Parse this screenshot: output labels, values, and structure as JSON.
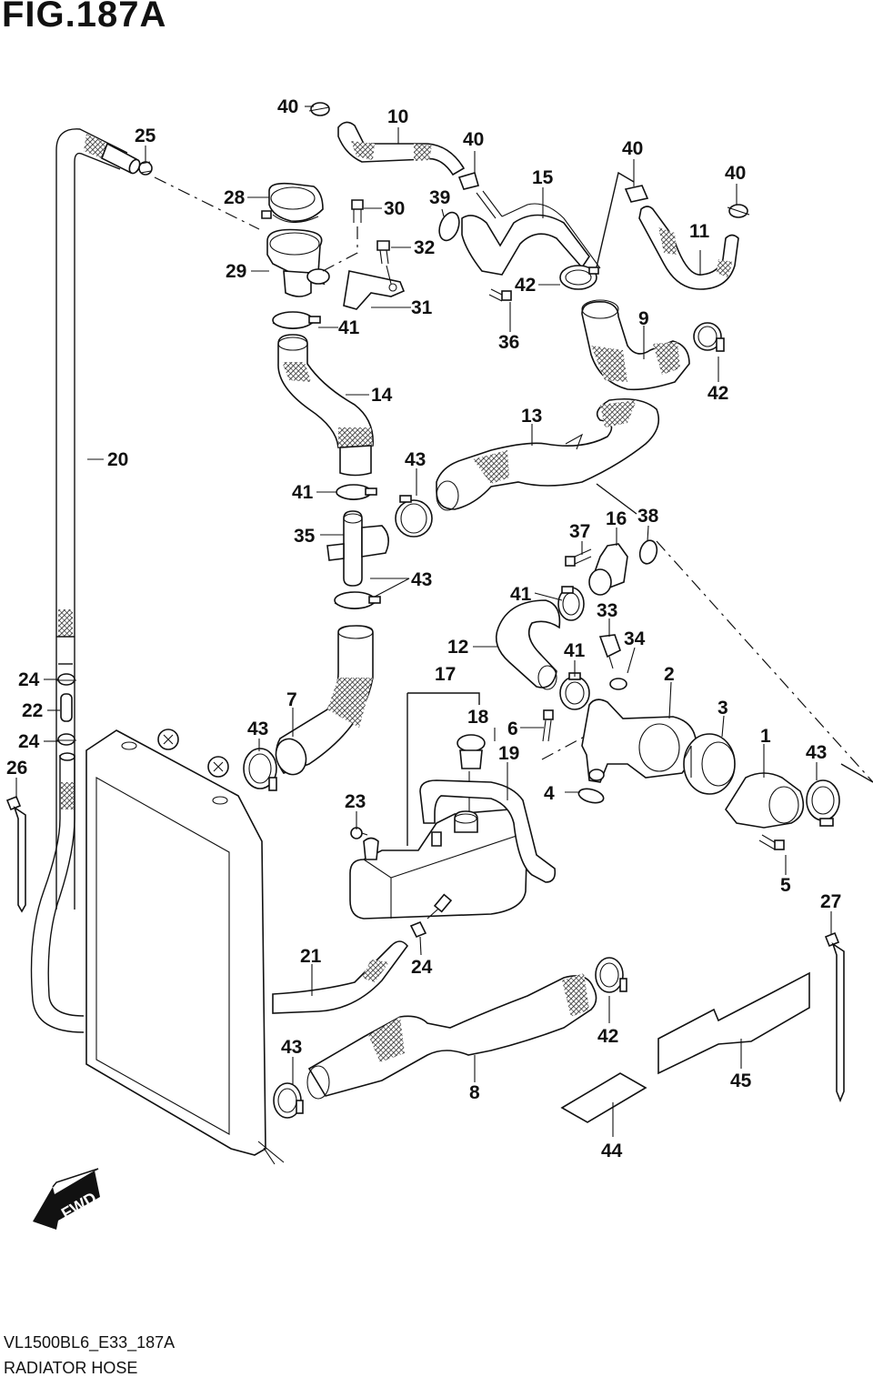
{
  "figure": {
    "title": "FIG.187A",
    "code": "VL1500BL6_E33_187A",
    "name": "RADIATOR HOSE",
    "direction_label": "FWD"
  },
  "callouts": [
    {
      "id": "c1",
      "label": "1"
    },
    {
      "id": "c2",
      "label": "2"
    },
    {
      "id": "c3",
      "label": "3"
    },
    {
      "id": "c4",
      "label": "4"
    },
    {
      "id": "c5",
      "label": "5"
    },
    {
      "id": "c6",
      "label": "6"
    },
    {
      "id": "c7",
      "label": "7"
    },
    {
      "id": "c8",
      "label": "8"
    },
    {
      "id": "c9",
      "label": "9"
    },
    {
      "id": "c10",
      "label": "10"
    },
    {
      "id": "c11",
      "label": "11"
    },
    {
      "id": "c12",
      "label": "12"
    },
    {
      "id": "c13",
      "label": "13"
    },
    {
      "id": "c14",
      "label": "14"
    },
    {
      "id": "c15",
      "label": "15"
    },
    {
      "id": "c16",
      "label": "16"
    },
    {
      "id": "c17",
      "label": "17"
    },
    {
      "id": "c18",
      "label": "18"
    },
    {
      "id": "c19",
      "label": "19"
    },
    {
      "id": "c20",
      "label": "20"
    },
    {
      "id": "c21",
      "label": "21"
    },
    {
      "id": "c22",
      "label": "22"
    },
    {
      "id": "c23",
      "label": "23"
    },
    {
      "id": "c24a",
      "label": "24"
    },
    {
      "id": "c24b",
      "label": "24"
    },
    {
      "id": "c24c",
      "label": "24"
    },
    {
      "id": "c25",
      "label": "25"
    },
    {
      "id": "c26",
      "label": "26"
    },
    {
      "id": "c27",
      "label": "27"
    },
    {
      "id": "c28",
      "label": "28"
    },
    {
      "id": "c29",
      "label": "29"
    },
    {
      "id": "c30",
      "label": "30"
    },
    {
      "id": "c31",
      "label": "31"
    },
    {
      "id": "c32",
      "label": "32"
    },
    {
      "id": "c33",
      "label": "33"
    },
    {
      "id": "c34",
      "label": "34"
    },
    {
      "id": "c35",
      "label": "35"
    },
    {
      "id": "c36",
      "label": "36"
    },
    {
      "id": "c37",
      "label": "37"
    },
    {
      "id": "c38",
      "label": "38"
    },
    {
      "id": "c39",
      "label": "39"
    },
    {
      "id": "c40a",
      "label": "40"
    },
    {
      "id": "c40b",
      "label": "40"
    },
    {
      "id": "c40c",
      "label": "40"
    },
    {
      "id": "c40d",
      "label": "40"
    },
    {
      "id": "c41a",
      "label": "41"
    },
    {
      "id": "c41b",
      "label": "41"
    },
    {
      "id": "c41c",
      "label": "41"
    },
    {
      "id": "c41d",
      "label": "41"
    },
    {
      "id": "c42a",
      "label": "42"
    },
    {
      "id": "c42b",
      "label": "42"
    },
    {
      "id": "c42c",
      "label": "42"
    },
    {
      "id": "c43a",
      "label": "43"
    },
    {
      "id": "c43b",
      "label": "43"
    },
    {
      "id": "c43c",
      "label": "43"
    },
    {
      "id": "c43d",
      "label": "43"
    },
    {
      "id": "c43e",
      "label": "43"
    },
    {
      "id": "c44",
      "label": "44"
    },
    {
      "id": "c45",
      "label": "45"
    }
  ]
}
